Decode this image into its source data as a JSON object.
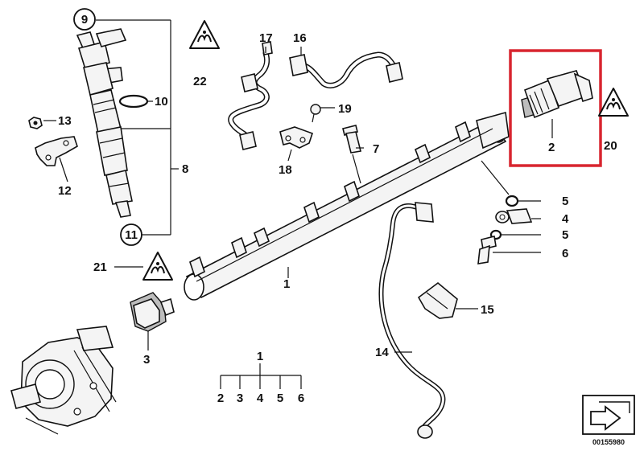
{
  "diagram_id": "00155980",
  "colors": {
    "highlight": "#d8252f",
    "ink": "#111111"
  },
  "callouts": {
    "n1_main": "1",
    "n1_tree": "1",
    "n2": "2",
    "n3": "3",
    "n4": "4",
    "n5_a": "5",
    "n5_b": "5",
    "n6": "6",
    "n7": "7",
    "n8": "8",
    "n9": "9",
    "n10": "10",
    "n11": "11",
    "n12": "12",
    "n13": "13",
    "n14": "14",
    "n15": "15",
    "n16": "16",
    "n17": "17",
    "n18": "18",
    "n19": "19",
    "n20": "20",
    "n21": "21",
    "n22": "22"
  },
  "tree": {
    "root": "1",
    "children": [
      "2",
      "3",
      "4",
      "5",
      "6"
    ]
  },
  "symbol_icons": [
    "note-symbol-icon-22",
    "note-symbol-icon-20",
    "note-symbol-icon-21"
  ]
}
